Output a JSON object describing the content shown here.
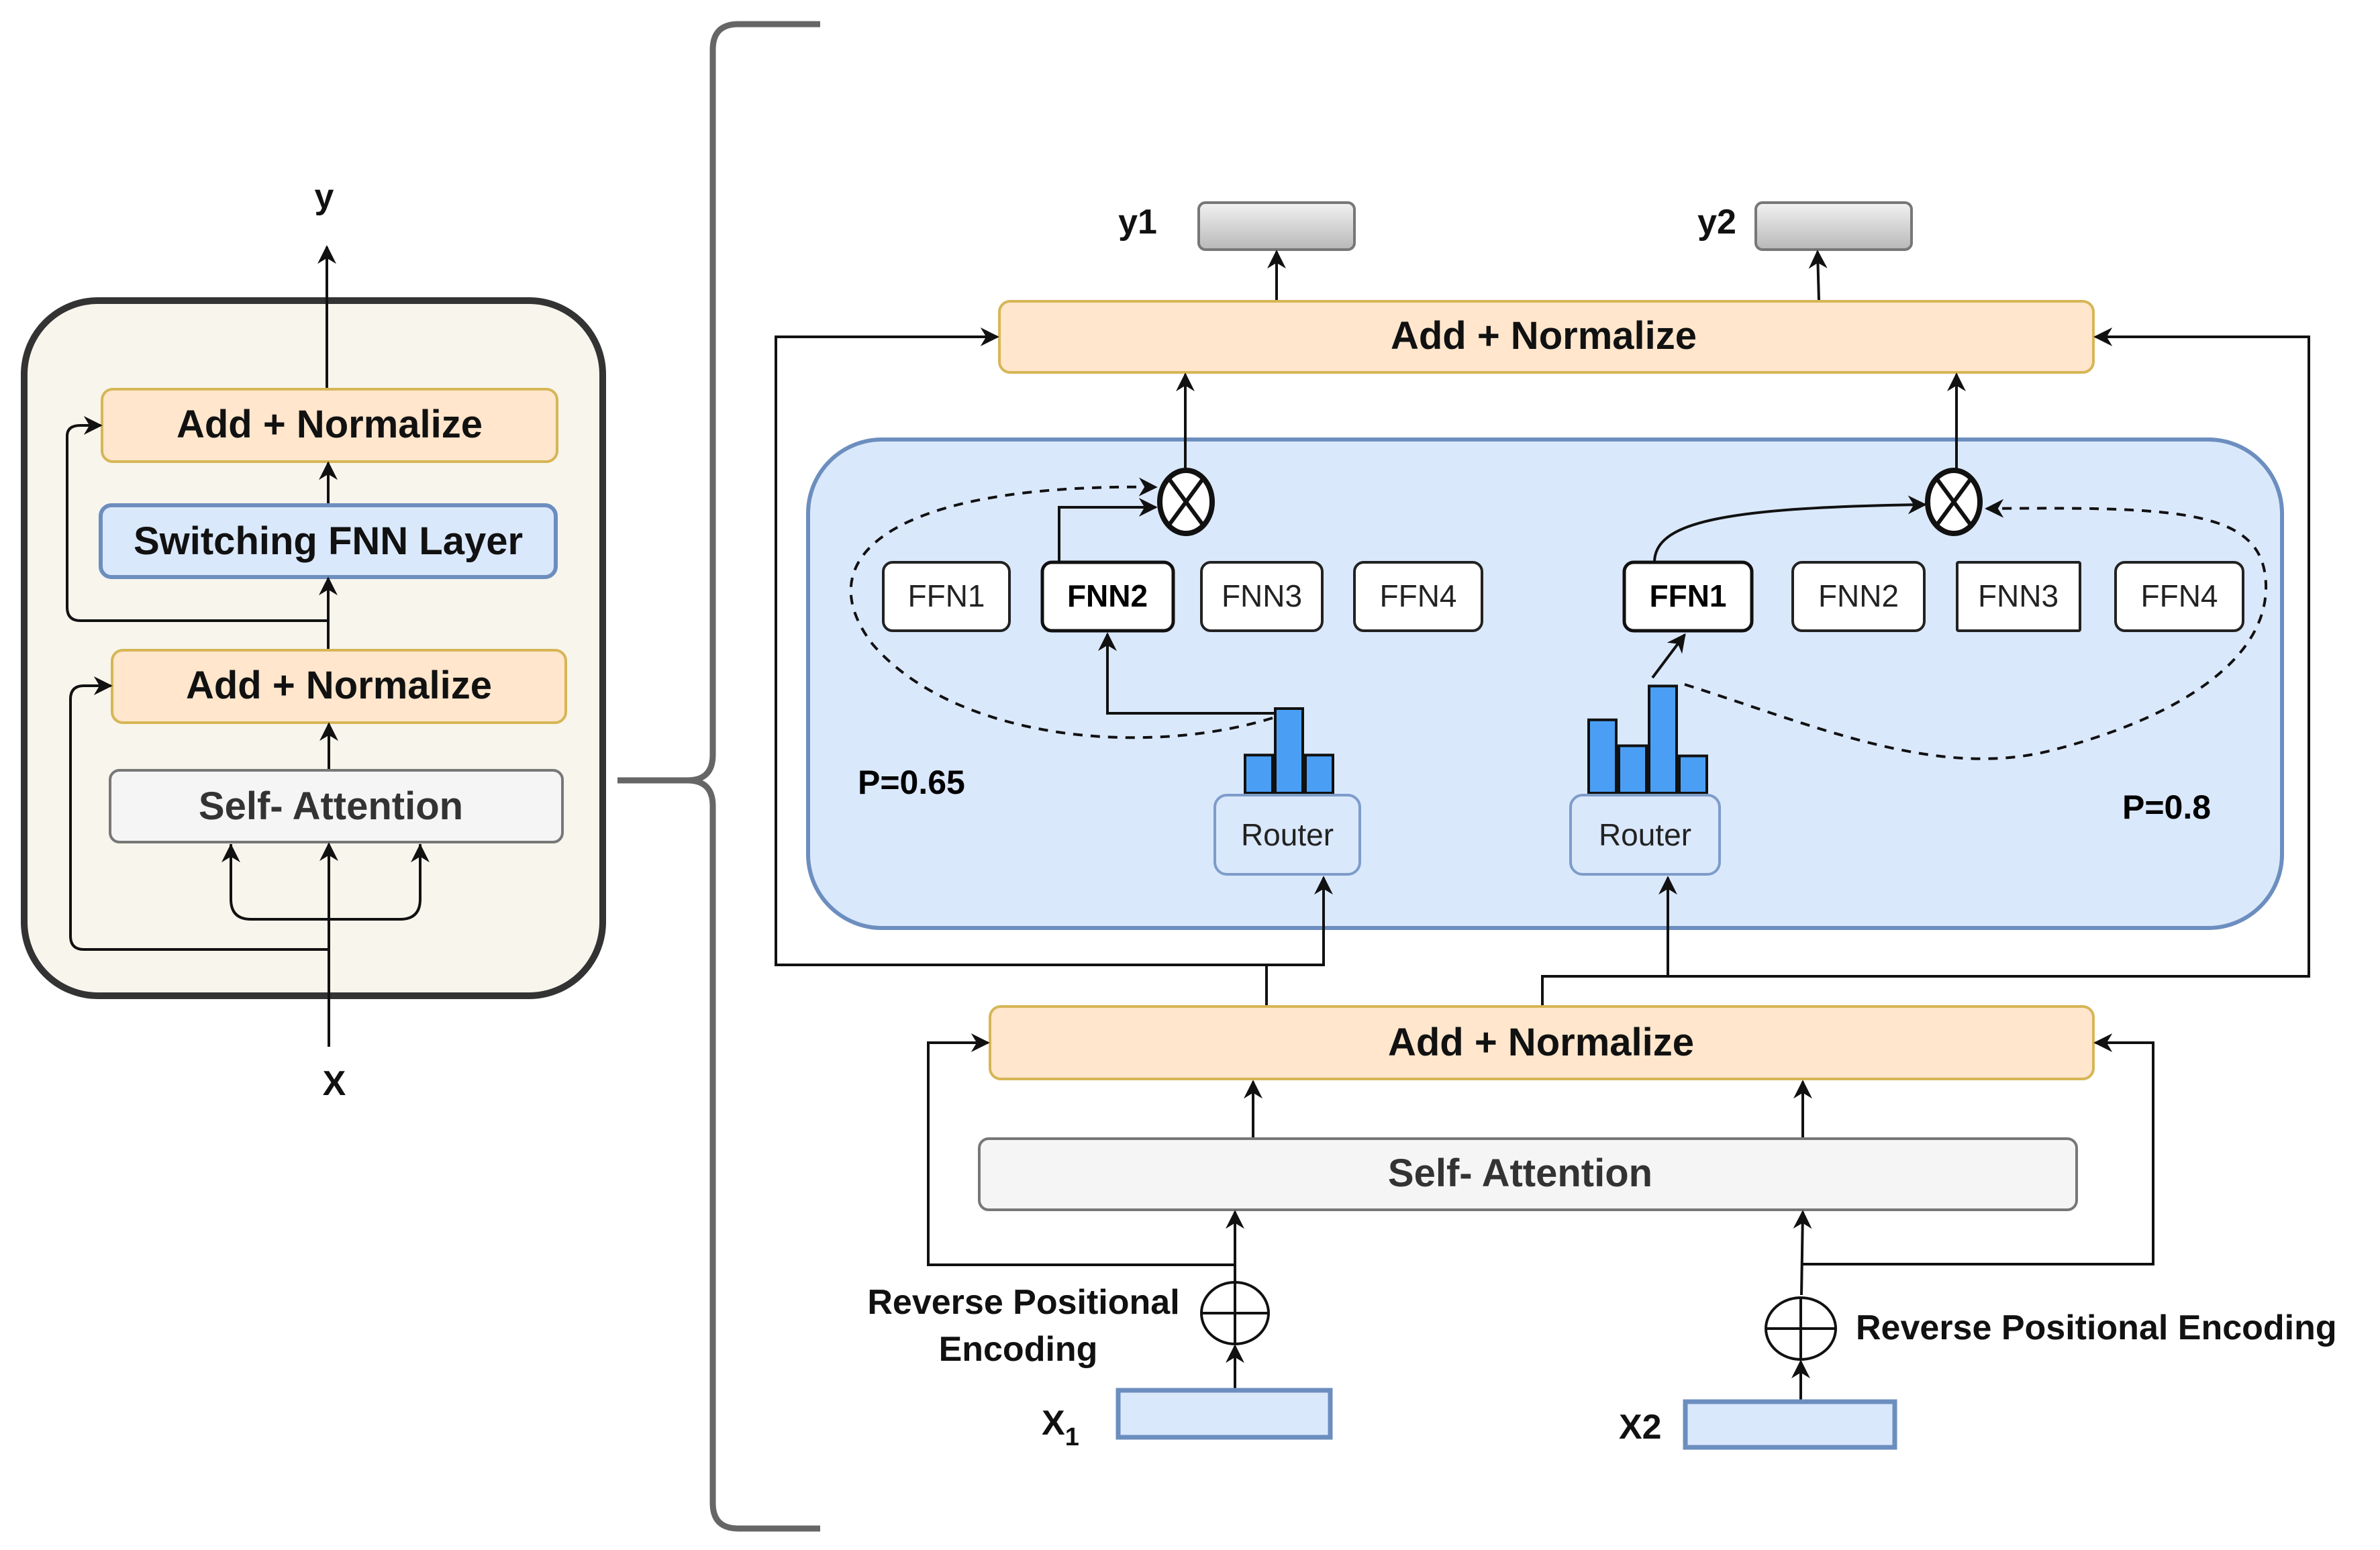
{
  "colors": {
    "add_norm_fill": "#FFE6CC",
    "add_norm_stroke": "#D6B656",
    "switching_fill": "#DAE8FC",
    "switching_stroke": "#6C8EBF",
    "self_attention_fill": "#F5F5F5",
    "self_attention_stroke": "#777777",
    "panel_fill": "#F8F5EC",
    "panel_stroke": "#333333",
    "moe_fill": "#DAE8FC",
    "moe_stroke": "#6C8EBF",
    "router_bar": "#4A9FF5",
    "output_fill": "#CFCFCF",
    "input_fill": "#DAE8FC"
  },
  "left_block": {
    "output_label": "y",
    "input_label": "X",
    "add_normalize_top": "Add + Normalize",
    "switching_layer": "Switching FNN Layer",
    "add_normalize_bottom": "Add + Normalize",
    "self_attention": "Self- Attention"
  },
  "right_block": {
    "outputs": [
      {
        "label": "y1"
      },
      {
        "label": "y2"
      }
    ],
    "add_normalize_top": "Add + Normalize",
    "add_normalize_bottom": "Add + Normalize",
    "self_attention": "Self- Attention",
    "token1": {
      "experts": [
        "FFN1",
        "FNN2",
        "FNN3",
        "FFN4"
      ],
      "selected_index": 1,
      "router_label": "Router",
      "router_scores": [
        0.45,
        1.0,
        0.45
      ],
      "probability_label": "P=0.65"
    },
    "token2": {
      "experts": [
        "FFN1",
        "FNN2",
        "FNN3",
        "FFN4"
      ],
      "selected_index": 0,
      "router_label": "Router",
      "router_scores": [
        0.65,
        0.42,
        0.95,
        0.33
      ],
      "probability_label": "P=0.8"
    },
    "inputs": [
      {
        "label_main": "X",
        "label_sub": "1",
        "encoding_label_line1": "Reverse Positional",
        "encoding_label_line2": "Encoding"
      },
      {
        "label_main": "X2",
        "label_sub": "",
        "encoding_label": "Reverse Positional Encoding"
      }
    ]
  }
}
